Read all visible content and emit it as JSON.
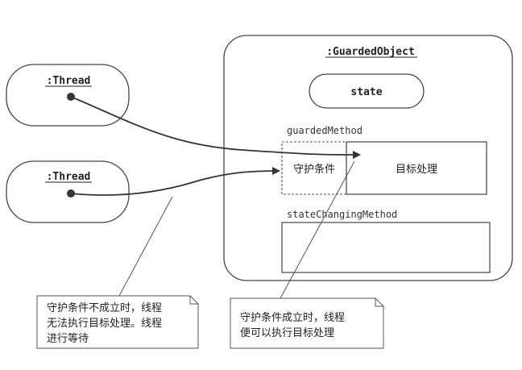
{
  "thread_top_label": ":Thread",
  "thread_bottom_label": ":Thread",
  "guarded_object": {
    "title": ":GuardedObject",
    "state_label": "state",
    "guarded_method_label": "guardedMethod",
    "guard_condition_label": "守护条件",
    "target_processing_label": "目标处理",
    "state_changing_method_label": "stateChangingMethod"
  },
  "notes": {
    "left": {
      "line1": "守护条件不成立时，线程",
      "line2": "无法执行目标处理。线程",
      "line3": "进行等待"
    },
    "right": {
      "line1": "守护条件成立时，线程",
      "line2": "便可以执行目标处理"
    }
  }
}
